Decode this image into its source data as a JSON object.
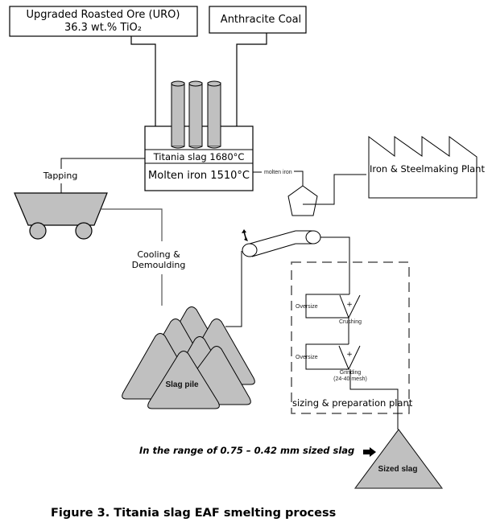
{
  "diagram": {
    "inputs": {
      "uro_line1": "Upgraded Roasted Ore (URO)",
      "uro_line2": "36.3 wt.% TiO₂",
      "coal": "Anthracite Coal"
    },
    "furnace": {
      "slag_layer": "Titania slag 1680°C",
      "iron_layer": "Molten iron 1510°C"
    },
    "flows": {
      "molten_iron": "molten iron",
      "tapping": "Tapping",
      "cooling_line1": "Cooling &",
      "cooling_line2": "Demoulding"
    },
    "plant": {
      "steel_plant": "Iron & Steelmaking Plant",
      "slag_pile": "Slag pile",
      "oversize_1": "Oversize",
      "crushing": "Crushing",
      "oversize_2": "Oversize",
      "grinding": "Grinding",
      "grinding_mesh": "(24-40 mesh)",
      "sizing_plant": "sizing & preparation plant",
      "sized_slag": "Sized slag"
    },
    "range_note": "In the range of 0.75 – 0.42 mm sized slag",
    "caption": "Figure 3. Titania slag EAF smelting process"
  },
  "colors": {
    "fill_gray": "#c0c0c0",
    "stroke": "#000000",
    "dashed": "#555555"
  }
}
